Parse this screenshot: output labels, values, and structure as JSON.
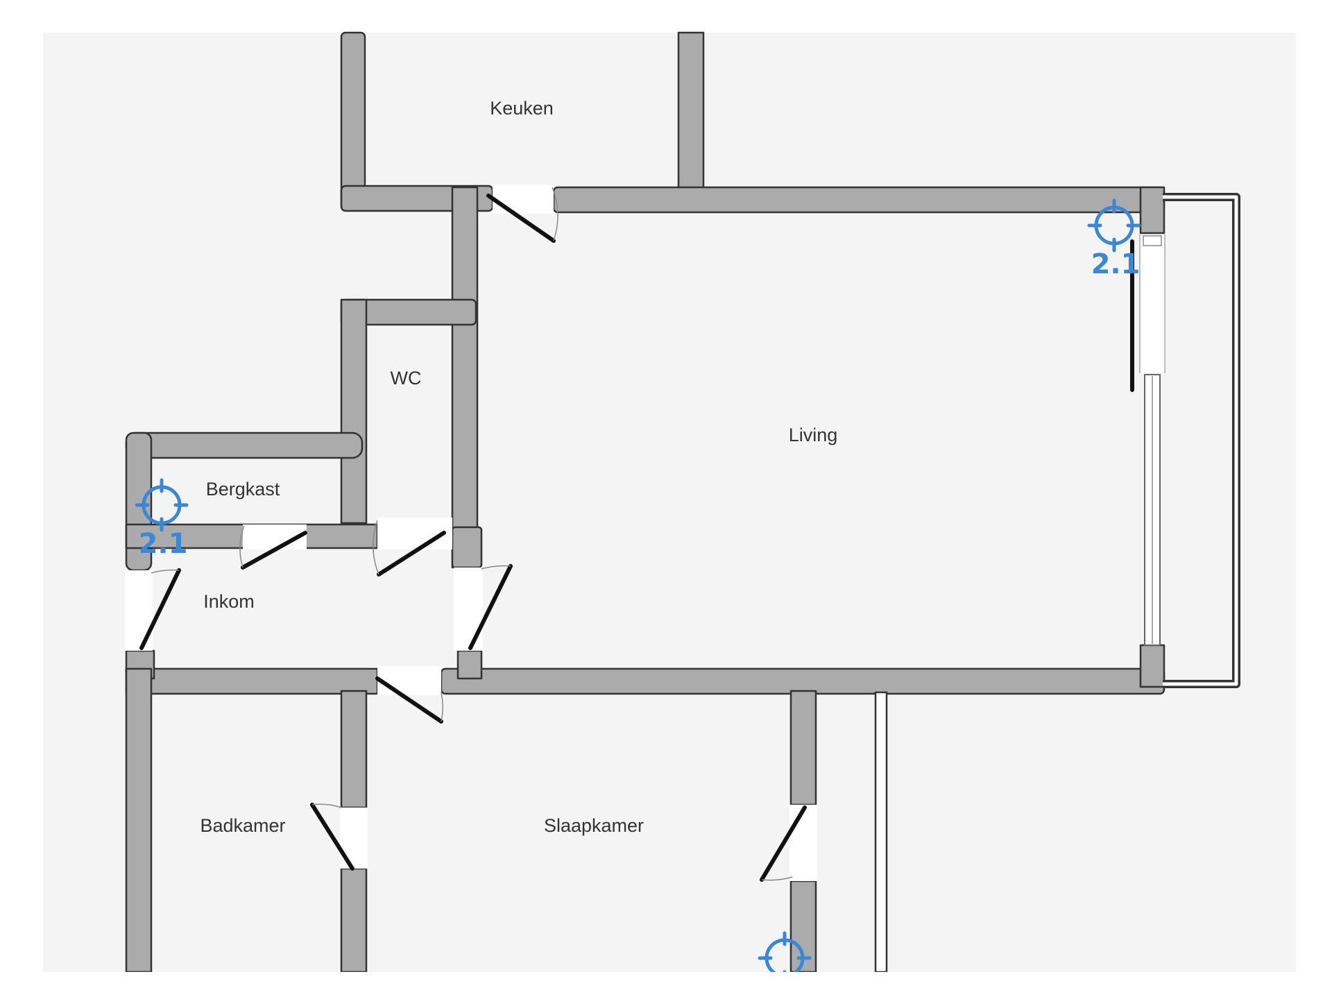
{
  "colors": {
    "background": "#f4f4f4",
    "wall": "#ababab",
    "marker": "#3a86d8"
  },
  "rooms": [
    {
      "id": "keuken",
      "label": "Keuken"
    },
    {
      "id": "wc",
      "label": "WC"
    },
    {
      "id": "living",
      "label": "Living"
    },
    {
      "id": "bergkast",
      "label": "Bergkast"
    },
    {
      "id": "inkom",
      "label": "Inkom"
    },
    {
      "id": "badkamer",
      "label": "Badkamer"
    },
    {
      "id": "slaapkamer",
      "label": "Slaapkamer"
    }
  ],
  "markers": [
    {
      "id": "living-corner",
      "label": "2.1",
      "icon": "crosshair-icon"
    },
    {
      "id": "bergkast",
      "label": "2.1",
      "icon": "crosshair-icon"
    },
    {
      "id": "slaapkamer-bottom",
      "label": "",
      "icon": "crosshair-icon"
    }
  ]
}
